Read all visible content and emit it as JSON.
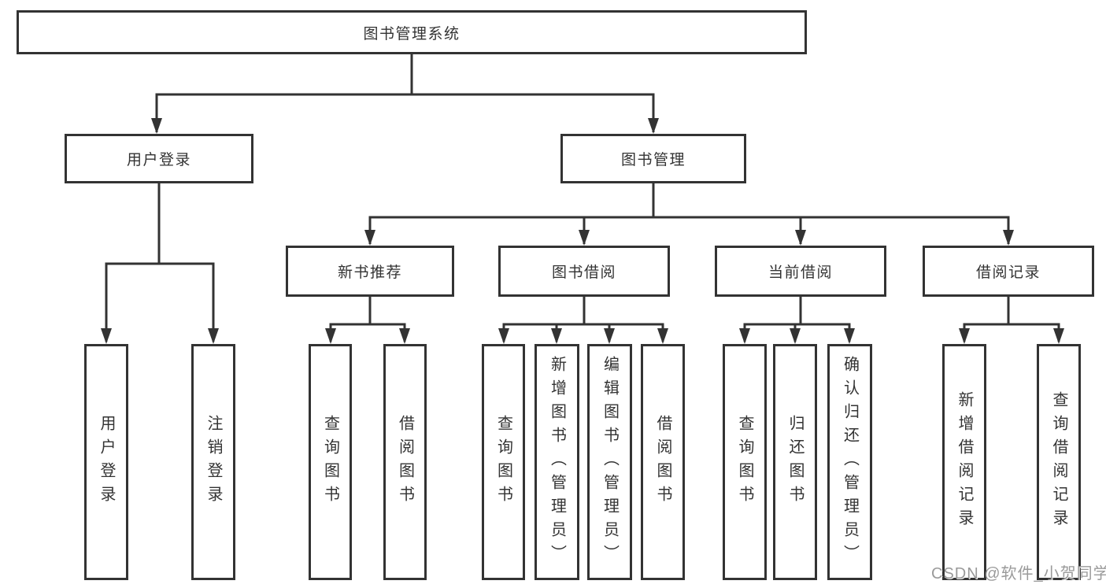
{
  "tree": {
    "label": "图书管理系统",
    "children": [
      {
        "label": "用户登录",
        "children": [
          {
            "label": "用户登录"
          },
          {
            "label": "注销登录"
          }
        ]
      },
      {
        "label": "图书管理",
        "children": [
          {
            "label": "新书推荐",
            "children": [
              {
                "label": "查询图书"
              },
              {
                "label": "借阅图书"
              }
            ]
          },
          {
            "label": "图书借阅",
            "children": [
              {
                "label": "查询图书"
              },
              {
                "label": "新增图书（管理员）"
              },
              {
                "label": "编辑图书（管理员）"
              },
              {
                "label": "借阅图书"
              }
            ]
          },
          {
            "label": "当前借阅",
            "children": [
              {
                "label": "查询图书"
              },
              {
                "label": "归还图书"
              },
              {
                "label": "确认归还（管理员）"
              }
            ]
          },
          {
            "label": "借阅记录",
            "children": [
              {
                "label": "新增借阅记录"
              },
              {
                "label": "查询借阅记录"
              }
            ]
          }
        ]
      }
    ]
  },
  "watermark": {
    "text": "CSDN @软件_小贺同学"
  },
  "colors": {
    "line": "#333333",
    "text": "#333333",
    "background": "#ffffff",
    "watermark": "#919191"
  }
}
